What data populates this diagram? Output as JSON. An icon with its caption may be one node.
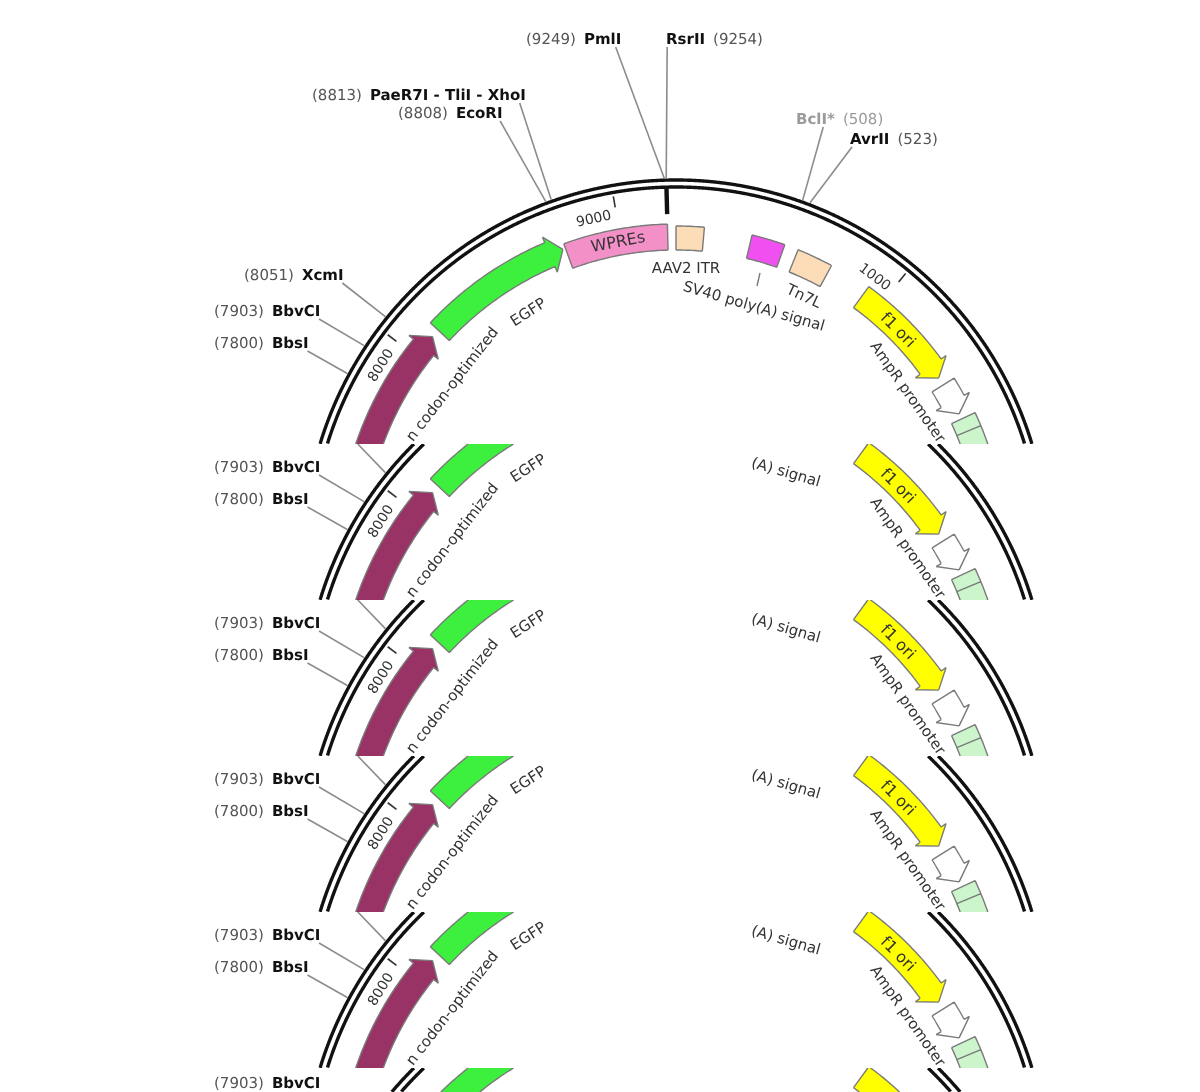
{
  "diagram": {
    "nodes": [
      {
        "text": [
          "(9249)",
          "PmlI"
        ]
      },
      {
        "text": [
          "RsrII",
          "(9254)"
        ]
      },
      {
        "text": [
          "(8813)",
          "PaeR7I - TliI - XhoI"
        ]
      },
      {
        "text": [
          "(8808)",
          "EcoRI"
        ]
      },
      {
        "text": [
          "BclI*",
          "(508)"
        ]
      },
      {
        "text": [
          "AvrII",
          "(523)"
        ]
      },
      {
        "text": [
          "WPREs"
        ],
        "in": 49
      },
      {
        "text": [
          "AAV2 ITR"
        ],
        "in": 49
      },
      {
        "text": [
          "SV40 poly(A) signal"
        ],
        "in": 49
      },
      {
        "text": [
          "Tn7L"
        ],
        "in": 49
      },
      {
        "text": [
          "(8051)",
          "XcmI"
        ]
      },
      {
        "text": [
          "EGFP"
        ],
        "in": 49
      },
      {
        "text": [
          "(7903)",
          "BbvCI"
        ]
      },
      {
        "text": [
          "f1 ori"
        ],
        "in": 49
      },
      {
        "text": [
          "(7800)",
          "BbsI"
        ]
      },
      {
        "text": [
          "n codon-optimized"
        ],
        "in": 49
      },
      {
        "text": [
          "AmpR promoter"
        ],
        "in": 49
      },
      {
        "text": [],
        "shape": "bar",
        "in": 49
      },
      {
        "text": [
          "(7903)",
          "BbvCI"
        ]
      },
      {
        "text": [
          "EGFP"
        ],
        "in": 50
      },
      {
        "text": [
          "f1 ori"
        ],
        "in": 50
      },
      {
        "text": [
          "(7800)",
          "BbsI"
        ]
      },
      {
        "text": [
          "n codon-optimized"
        ],
        "in": 50
      },
      {
        "text": [
          "AmpR promoter"
        ],
        "in": 50
      },
      {
        "text": [],
        "shape": "bar",
        "in": 50
      },
      {
        "text": [
          "(7903)",
          "BbvCI"
        ]
      },
      {
        "text": [
          "EGFP"
        ],
        "in": 51
      },
      {
        "text": [
          "f1 ori"
        ],
        "in": 51
      },
      {
        "text": [
          "(7800)",
          "BbsI"
        ]
      },
      {
        "text": [
          "n codon-optimized"
        ],
        "in": 51
      },
      {
        "text": [
          "AmpR promoter"
        ],
        "in": 51
      },
      {
        "text": [],
        "shape": "bar",
        "in": 51
      },
      {
        "text": [
          "(7903)",
          "BbvCI"
        ]
      },
      {
        "text": [
          "EGFP"
        ],
        "in": 52
      },
      {
        "text": [
          "f1 ori"
        ],
        "in": 52
      },
      {
        "text": [
          "(7800)",
          "BbsI"
        ]
      },
      {
        "text": [
          "n codon-optimized"
        ],
        "in": 52
      },
      {
        "text": [
          "AmpR promoter"
        ],
        "in": 52
      },
      {
        "text": [],
        "shape": "bar",
        "in": 52
      },
      {
        "text": [
          "(7903)",
          "BbvCI"
        ]
      },
      {
        "text": [
          "EGFP"
        ],
        "in": 53
      },
      {
        "text": [
          "f1 ori"
        ],
        "in": 53
      },
      {
        "text": [
          "(7800)",
          "BbsI"
        ]
      },
      {
        "text": [
          "n codon-optimized"
        ],
        "in": 53
      },
      {
        "text": [
          "AmpR promoter"
        ],
        "in": 53
      },
      {
        "text": [],
        "shape": "bar",
        "in": 53
      },
      {
        "text": [],
        "shape": "bar",
        "in": 54
      },
      {
        "text": [],
        "shape": "bar",
        "in": 54
      },
      {
        "text": [
          "(7903)",
          "BbvCI"
        ]
      },
      {
        "text": [],
        "shape": "circle"
      },
      {
        "text": [],
        "shape": "circle"
      },
      {
        "text": [],
        "shape": "circle"
      },
      {
        "text": [],
        "shape": "circle"
      },
      {
        "text": [],
        "shape": "circle"
      },
      {
        "text": [],
        "shape": "circle"
      }
    ],
    "edges": [
      {
        "from": 0,
        "to": 49,
        "arrow": "none"
      },
      {
        "from": 1,
        "to": 49,
        "arrow": "none"
      },
      {
        "from": 2,
        "to": 49,
        "arrow": "none"
      },
      {
        "from": 3,
        "to": 49,
        "arrow": "none"
      },
      {
        "from": 4,
        "to": 49,
        "arrow": "none"
      },
      {
        "from": 5,
        "to": 49,
        "arrow": "none"
      },
      {
        "from": 10,
        "to": 49,
        "arrow": "none"
      },
      {
        "from": 12,
        "to": 49,
        "arrow": "none"
      },
      {
        "from": 14,
        "to": 49,
        "arrow": "none"
      },
      {
        "from": 18,
        "to": 50,
        "arrow": "none"
      },
      {
        "from": 21,
        "to": 50,
        "arrow": "none"
      },
      {
        "from": 25,
        "to": 51,
        "arrow": "none"
      },
      {
        "from": 28,
        "to": 51,
        "arrow": "none"
      },
      {
        "from": 32,
        "to": 52,
        "arrow": "none"
      },
      {
        "from": 35,
        "to": 52,
        "arrow": "none"
      },
      {
        "from": 39,
        "to": 53,
        "arrow": "none"
      },
      {
        "from": 42,
        "to": 53,
        "arrow": "none"
      }
    ],
    "labels": [
      "9000",
      "1000",
      "8000",
      "(A) signal",
      "8000",
      "(A) signal",
      "8000",
      "(A) signal",
      "8000",
      "(A) signal",
      "8000"
    ]
  }
}
